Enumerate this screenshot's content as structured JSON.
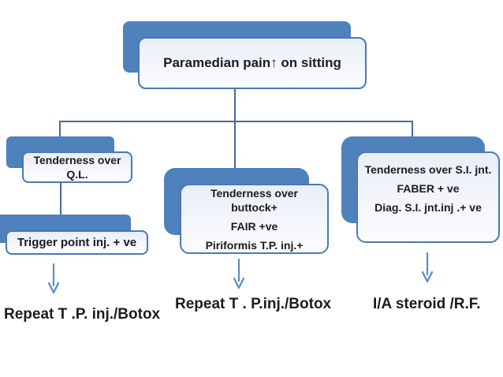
{
  "colors": {
    "accent_blue": "#4f81bd",
    "box_border_blue": "#4a7ab5",
    "connector_blue": "#44699f",
    "arrow_blue": "#5b8bc7",
    "box_fill_light": "#eaeef6",
    "text_dark": "#1c1c1c"
  },
  "flowchart": {
    "root": {
      "label": "Paramedian pain↑ on sitting"
    },
    "branches": {
      "ql": {
        "lines": [
          "Tenderness over",
          "Q.L."
        ]
      },
      "trigger": {
        "label": "Trigger point inj. + ve"
      },
      "buttock": {
        "lines": [
          "Tenderness over buttock+",
          "FAIR +ve",
          "Piriformis T.P. inj.+"
        ]
      },
      "si_joint": {
        "lines": [
          "Tenderness over S.I. jnt.",
          "FABER + ve",
          "Diag. S.I. jnt.inj .+ ve"
        ]
      }
    },
    "outcomes": {
      "left": "Repeat T .P. inj./Botox",
      "middle": "Repeat T . P.inj./Botox",
      "right": "I/A steroid /R.F."
    }
  }
}
